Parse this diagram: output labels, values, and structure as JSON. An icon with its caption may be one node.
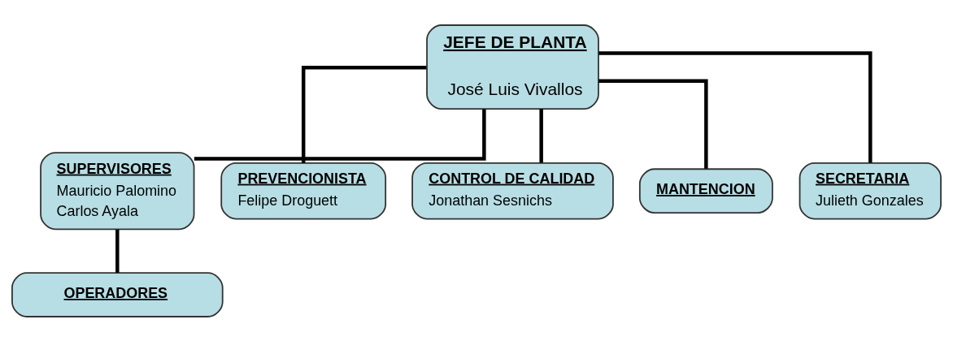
{
  "diagram": {
    "nodes": [
      {
        "text": [
          "JEFE DE PLANTA",
          "José Luis Vivallos"
        ]
      },
      {
        "text": [
          "SUPERVISORES",
          "Mauricio Palomino",
          "Carlos Ayala"
        ]
      },
      {
        "text": [
          "PREVENCIONISTA",
          "Felipe Droguett"
        ]
      },
      {
        "text": [
          "CONTROL DE CALIDAD",
          "Jonathan Sesnichs"
        ]
      },
      {
        "text": [
          "MANTENCION"
        ]
      },
      {
        "text": [
          "SECRETARIA",
          "Julieth Gonzales"
        ]
      },
      {
        "text": [
          "OPERADORES"
        ]
      }
    ],
    "edges": [
      {
        "from": 0,
        "to": 1,
        "arrow": "none"
      },
      {
        "from": 0,
        "to": 2,
        "arrow": "none"
      },
      {
        "from": 0,
        "to": 3,
        "arrow": "none"
      },
      {
        "from": 0,
        "to": 4,
        "arrow": "none"
      },
      {
        "from": 0,
        "to": 5,
        "arrow": "none"
      },
      {
        "from": 1,
        "to": 6,
        "arrow": "none"
      }
    ]
  }
}
